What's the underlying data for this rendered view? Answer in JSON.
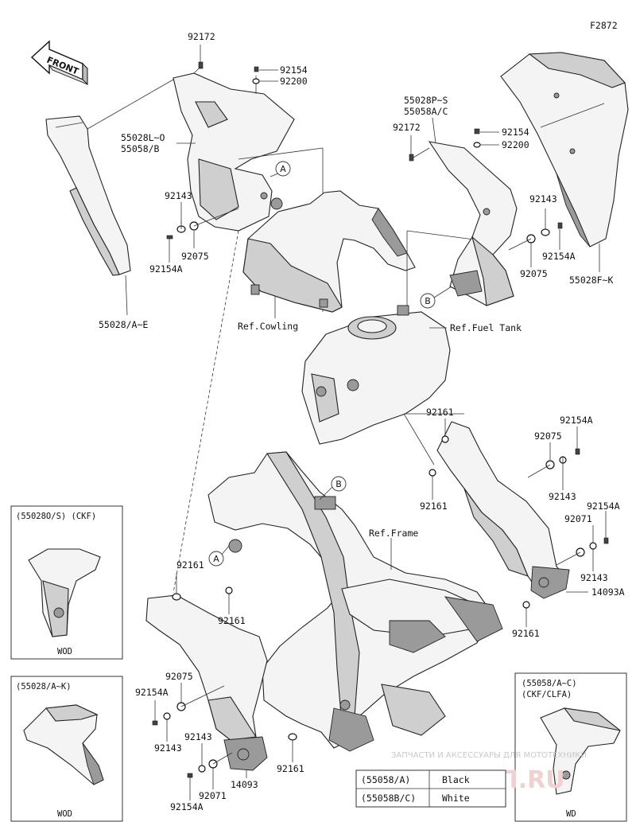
{
  "figure_code": "F2872",
  "front_label": "FRONT",
  "callouts": {
    "a": "A",
    "b": "B"
  },
  "parts": {
    "p92172_a": "92172",
    "p92154_a": "92154",
    "p92200_a": "92200",
    "p55028L_O": "55028L~O",
    "p55058B": "55058/B",
    "p92143_a": "92143",
    "p92154A_a": "92154A",
    "p92075_a": "92075",
    "p55028A_E": "55028/A~E",
    "ref_cowling": "Ref.Cowling",
    "p55028P_S": "55028P~S",
    "p55058A_C": "55058A/C",
    "p92172_b": "92172",
    "p92154_b": "92154",
    "p92200_b": "92200",
    "p92143_b": "92143",
    "p92154A_b": "92154A",
    "p92075_b": "92075",
    "p55028F_K": "55028F~K",
    "ref_fuel_tank": "Ref.Fuel Tank",
    "p92161_a": "92161",
    "p92154A_c": "92154A",
    "p92075_c": "92075",
    "p92161_b": "92161",
    "p92143_c": "92143",
    "p92154A_d": "92154A",
    "p92071_a": "92071",
    "ref_frame": "Ref.Frame",
    "p92143_d": "92143",
    "p14093A": "14093A",
    "p92161_c": "92161",
    "p92161_d": "92161",
    "p92161_e": "92161",
    "p92075_d": "92075",
    "p92154A_e": "92154A",
    "p92143_e": "92143",
    "p92143_f": "92143",
    "p92071_b": "92071",
    "p14093": "14093",
    "p92161_f": "92161",
    "p92154A_f": "92154A"
  },
  "insets": [
    {
      "title": "(55028O/S) (CKF)",
      "footer": "WOD"
    },
    {
      "title": "(55028/A~K)",
      "footer": "WOD"
    },
    {
      "title_line1": "(55058/A~C)",
      "title_line2": "(CKF/CLFA)",
      "footer": "WD"
    }
  ],
  "color_table": {
    "rows": [
      {
        "code": "(55058/A)",
        "color": "Black"
      },
      {
        "code": "(55058B/C)",
        "color": "White"
      }
    ]
  },
  "watermark": {
    "text": "ЗАПЧАСТИ И АКСЕССУАРЫ ДЛЯ МОТОТЕХНИКИ",
    "logo": "ПИТСТОП.RU"
  }
}
